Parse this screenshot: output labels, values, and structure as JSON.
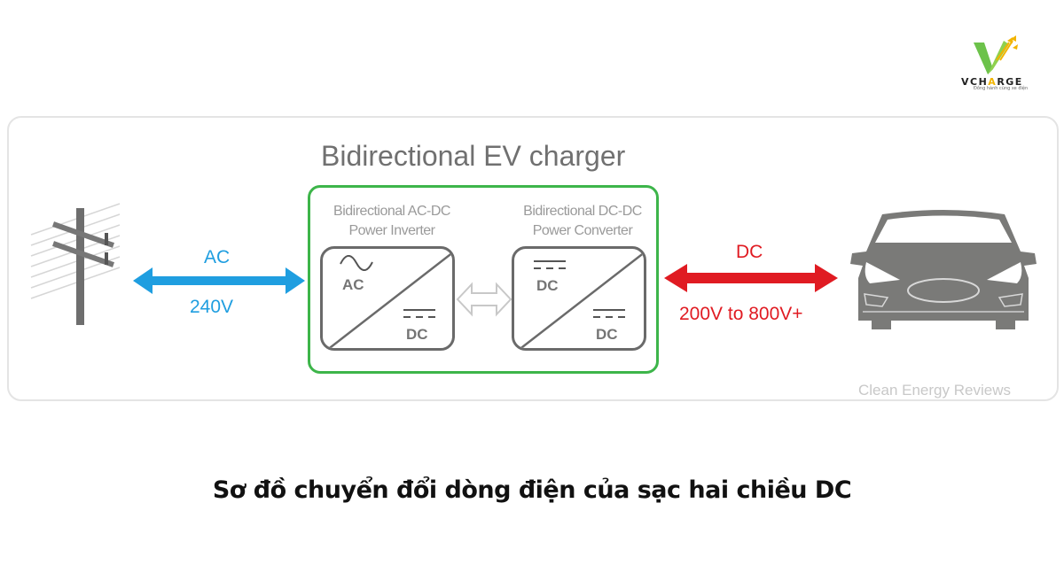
{
  "logo": {
    "brand_prefix": "VCH",
    "brand_accent": "A",
    "brand_suffix": "RGE",
    "tagline": "Đồng hành cùng xe điện",
    "colors": {
      "green": "#6cc24a",
      "yellow": "#f2b400"
    }
  },
  "diagram": {
    "title": "Bidirectional EV charger",
    "grid_side": {
      "icon": "power-pole-icon",
      "link_type": "AC",
      "voltage": "240V",
      "color": "#1f9ee0"
    },
    "charger": {
      "border_color": "#3db54a",
      "inverter": {
        "title_line1": "Bidirectional AC-DC",
        "title_line2": "Power Inverter",
        "input_label": "AC",
        "input_icon": "sine-wave-icon",
        "output_label": "DC",
        "output_icon": "dc-symbol-icon"
      },
      "link_icon": "double-arrow-icon",
      "converter": {
        "title_line1": "Bidirectional DC-DC",
        "title_line2": "Power Converter",
        "input_label": "DC",
        "input_icon": "dc-symbol-icon",
        "output_label": "DC",
        "output_icon": "dc-symbol-icon"
      }
    },
    "vehicle_side": {
      "icon": "electric-car-icon",
      "link_type": "DC",
      "voltage": "200V to 800V+",
      "color": "#e01b22"
    },
    "credit": "Clean Energy Reviews"
  },
  "caption": "Sơ đồ chuyển đổi dòng điện của sạc hai chiều DC"
}
